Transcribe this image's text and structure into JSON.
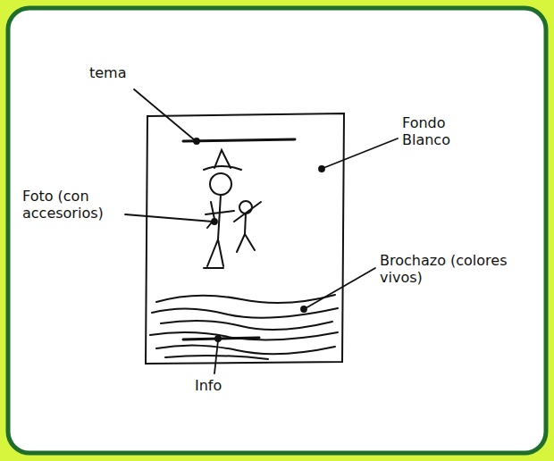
{
  "diagram": {
    "labels": [
      "tema",
      "Fondo Blanco",
      "Foto (con accesorios)",
      "Brochazo (colores vivos)",
      "Info"
    ]
  }
}
